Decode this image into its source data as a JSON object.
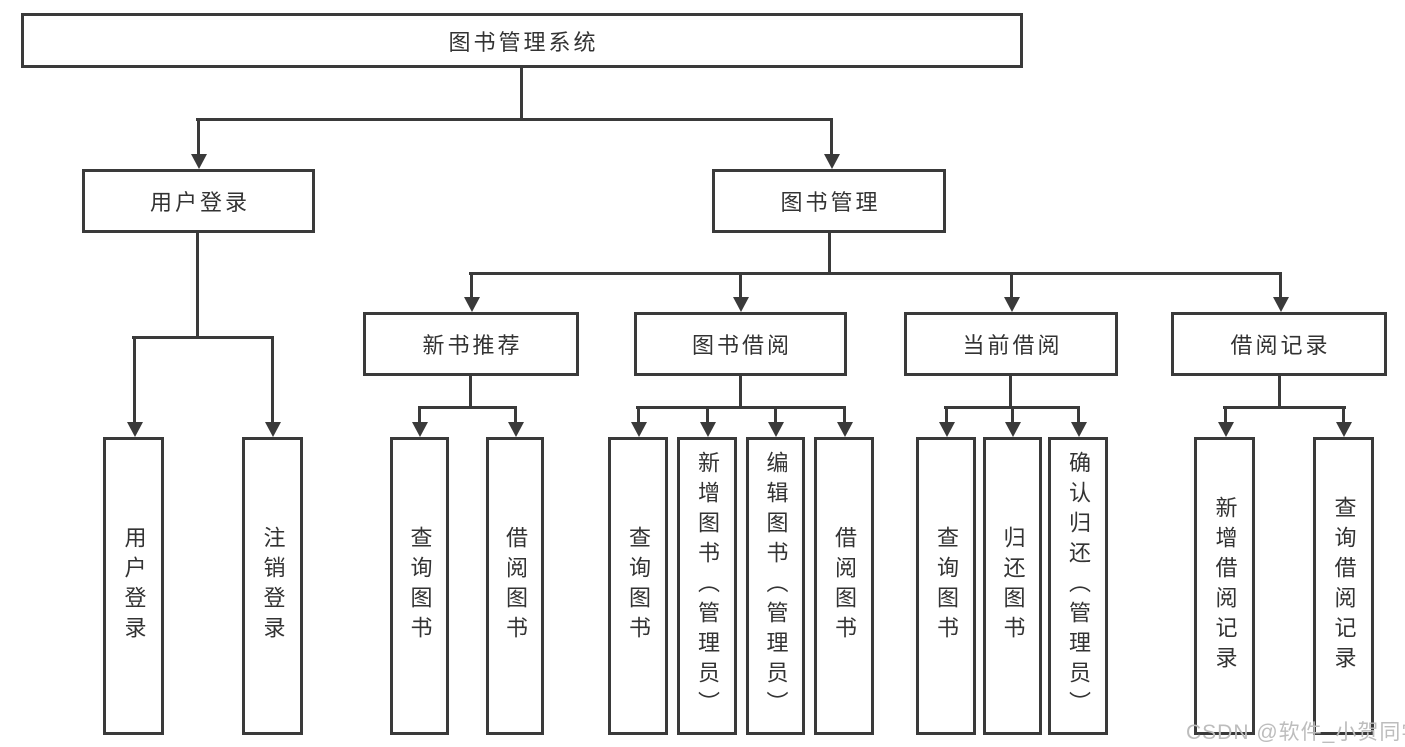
{
  "diagram": {
    "title": "图书管理系统",
    "level2": [
      {
        "label": "用户登录"
      },
      {
        "label": "图书管理"
      }
    ],
    "level3": [
      {
        "label": "新书推荐"
      },
      {
        "label": "图书借阅"
      },
      {
        "label": "当前借阅"
      },
      {
        "label": "借阅记录"
      }
    ],
    "leaves": [
      {
        "label": "用户登录"
      },
      {
        "label": "注销登录"
      },
      {
        "label": "查询图书"
      },
      {
        "label": "借阅图书"
      },
      {
        "label": "查询图书"
      },
      {
        "label": "新增图书（管理员）"
      },
      {
        "label": "编辑图书（管理员）"
      },
      {
        "label": "借阅图书"
      },
      {
        "label": "查询图书"
      },
      {
        "label": "归还图书"
      },
      {
        "label": "确认归还（管理员）"
      },
      {
        "label": "新增借阅记录"
      },
      {
        "label": "查询借阅记录"
      }
    ],
    "watermark": "CSDN @软件_小贺同学",
    "colors": {
      "line": "#3a3a3a",
      "text": "#333333",
      "watermark": "#bdbdbd",
      "background": "#ffffff"
    }
  }
}
